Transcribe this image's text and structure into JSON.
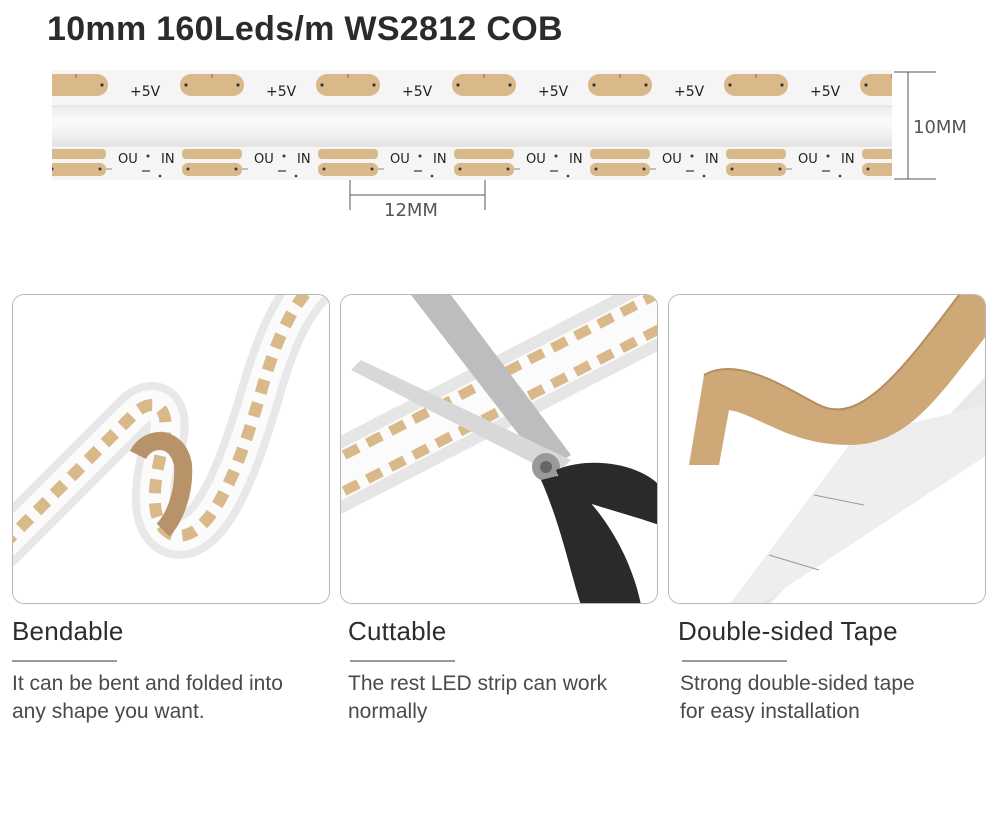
{
  "title": "10mm 160Leds/m WS2812 COB",
  "strip": {
    "top_label": "+5V",
    "out_label": "OU",
    "in_label": "IN",
    "width_dimension": "10MM",
    "cut_dimension": "12MM"
  },
  "features": [
    {
      "title": "Bendable",
      "description_line1": "It can be bent and folded into",
      "description_line2": "any shape you want."
    },
    {
      "title": "Cuttable",
      "description_line1": "The rest LED strip can work",
      "description_line2": "normally"
    },
    {
      "title": "Double-sided Tape",
      "description_line1": "Strong double-sided tape",
      "description_line2": "for easy installation"
    }
  ],
  "colors": {
    "pad": "#d9b88a",
    "strip_white": "#f4f4f4",
    "tape_kraft": "#cfa878",
    "scissors_black": "#2a2a2a"
  }
}
